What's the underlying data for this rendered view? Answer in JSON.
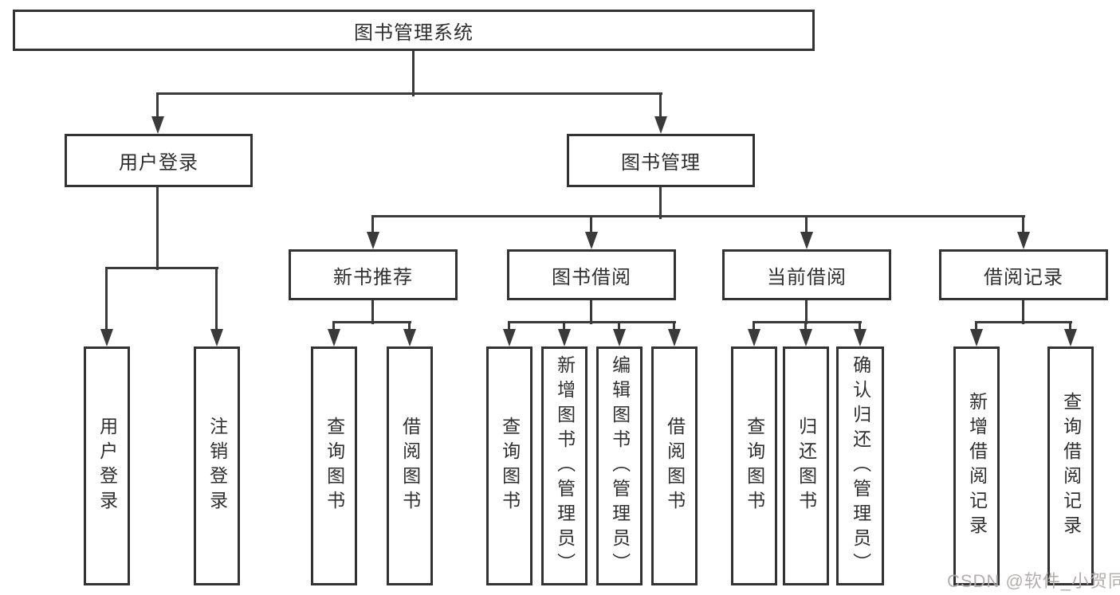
{
  "diagram": {
    "tree": {
      "label": "图书管理系统",
      "children": [
        {
          "label": "用户登录",
          "children": [
            {
              "label": "用户登录"
            },
            {
              "label": "注销登录"
            }
          ]
        },
        {
          "label": "图书管理",
          "children": [
            {
              "label": "新书推荐",
              "children": [
                {
                  "label": "查询图书"
                },
                {
                  "label": "借阅图书"
                }
              ]
            },
            {
              "label": "图书借阅",
              "children": [
                {
                  "label": "查询图书"
                },
                {
                  "label": "新增图书（管理员）"
                },
                {
                  "label": "编辑图书（管理员）"
                },
                {
                  "label": "借阅图书"
                }
              ]
            },
            {
              "label": "当前借阅",
              "children": [
                {
                  "label": "查询图书"
                },
                {
                  "label": "归还图书"
                },
                {
                  "label": "确认归还（管理员）"
                }
              ]
            },
            {
              "label": "借阅记录",
              "children": [
                {
                  "label": "新增借阅记录"
                },
                {
                  "label": "查询借阅记录"
                }
              ]
            }
          ]
        }
      ]
    },
    "colors": {
      "line": "#3a3a3a",
      "box_border": "#333333",
      "text": "#2f2f2f",
      "background": "#ffffff",
      "watermark": "#afaaaa"
    }
  },
  "watermark": {
    "text": "CSDN @软件_小贺同学"
  }
}
